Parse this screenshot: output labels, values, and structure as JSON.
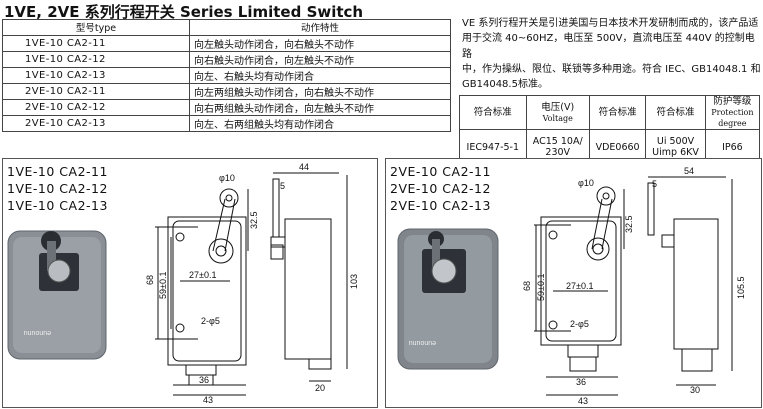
{
  "title": "1VE, 2VE 系列行程开关 Series Limited Switch",
  "models_table": {
    "headers": {
      "type": "型号type",
      "action": "动作特性"
    },
    "rows": [
      {
        "type": "1VE-10 CA2-11",
        "action": "向左触头动作闭合，向右触头不动作"
      },
      {
        "type": "1VE-10 CA2-12",
        "action": "向右触头动作闭合，向左触头不动作"
      },
      {
        "type": "1VE-10 CA2-13",
        "action": "向左、右触头均有动作闭合"
      },
      {
        "type": "2VE-10 CA2-11",
        "action": "向左两组触头动作闭合，向右触头不动作"
      },
      {
        "type": "2VE-10 CA2-12",
        "action": "向右两组触头动作闭合，向左触头不动作"
      },
      {
        "type": "2VE-10 CA2-13",
        "action": "向左、右两组触头均有动作闭合"
      }
    ]
  },
  "intro": {
    "lines": [
      "VE 系列行程开关是引进美国与日本技术开发研制而成的，该产品适",
      "用于交流 40~60HZ，电压至 500V，直流电压至 440V 的控制电路",
      "中，作为操纵、限位、联锁等多种用途。符合 IEC、GB14048.1 和",
      "GB14048.5标准。"
    ]
  },
  "standards_table": {
    "h1": "符合标准",
    "h2_cn": "电压(V)",
    "h2_en": "Voltage",
    "h3": "符合标准",
    "h4": "符合标准",
    "h5_cn": "防护等级",
    "h5_en1": "Protection",
    "h5_en2": "degree",
    "v1": "IEC947-5-1",
    "v2a": "AC15 10A/",
    "v2b": "230V",
    "v3": "VDE0660",
    "v4a": "Ui 500V",
    "v4b": "Uimp 6KV",
    "v5": "IP66"
  },
  "panel1": {
    "models": [
      "1VE-10 CA2-11",
      "1VE-10 CA2-12",
      "1VE-10 CA2-13"
    ],
    "dims": {
      "roller": "φ10",
      "w44": "44",
      "d5": "5",
      "d325": "32.5",
      "h68": "68",
      "h59": "59±0.1",
      "w27": "27±0.1",
      "h103": "103",
      "hole": "2-φ5",
      "w36": "36",
      "w43": "43",
      "w20": "20"
    },
    "brand": "eunounu"
  },
  "panel2": {
    "models": [
      "2VE-10 CA2-11",
      "2VE-10 CA2-12",
      "2VE-10 CA2-13"
    ],
    "dims": {
      "roller": "φ10",
      "w54": "54",
      "d5": "5",
      "d325": "32.5",
      "h68": "68",
      "h59": "59±0.1",
      "w27": "27±0.1",
      "h1055": "105.5",
      "hole": "2-φ5",
      "w36": "36",
      "w43": "43",
      "w30": "30"
    },
    "brand": "eunounu"
  },
  "colors": {
    "housing": "#8a8f95",
    "housing_dark": "#5f656c",
    "line": "#111111"
  }
}
